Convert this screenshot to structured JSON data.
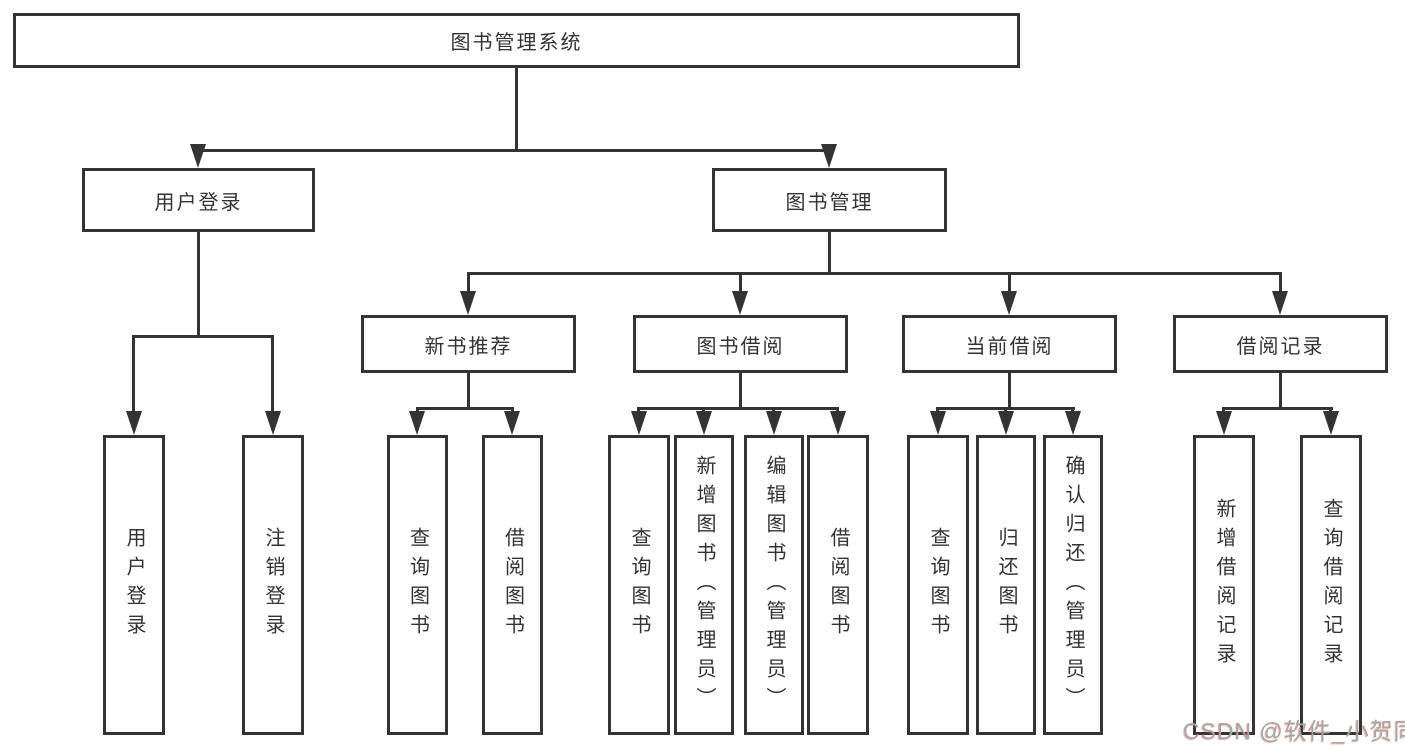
{
  "diagram": {
    "root": {
      "label": "图书管理系统"
    },
    "level2": [
      {
        "label": "用户登录"
      },
      {
        "label": "图书管理"
      }
    ],
    "level3": [
      {
        "label": "新书推荐"
      },
      {
        "label": "图书借阅"
      },
      {
        "label": "当前借阅"
      },
      {
        "label": "借阅记录"
      }
    ],
    "leaves": [
      {
        "label": "用户登录"
      },
      {
        "label": "注销登录"
      },
      {
        "label": "查询图书"
      },
      {
        "label": "借阅图书"
      },
      {
        "label": "查询图书"
      },
      {
        "label": "新增图书（管理员）"
      },
      {
        "label": "编辑图书（管理员）"
      },
      {
        "label": "借阅图书"
      },
      {
        "label": "查询图书"
      },
      {
        "label": "归还图书"
      },
      {
        "label": "确认归还（管理员）"
      },
      {
        "label": "新增借阅记录"
      },
      {
        "label": "查询借阅记录"
      }
    ]
  },
  "watermark": {
    "text": "CSDN @软件_小贺同学"
  },
  "colors": {
    "line": "#333333",
    "text": "#333333",
    "background": "#ffffff",
    "watermark": "#a6a6a6"
  }
}
